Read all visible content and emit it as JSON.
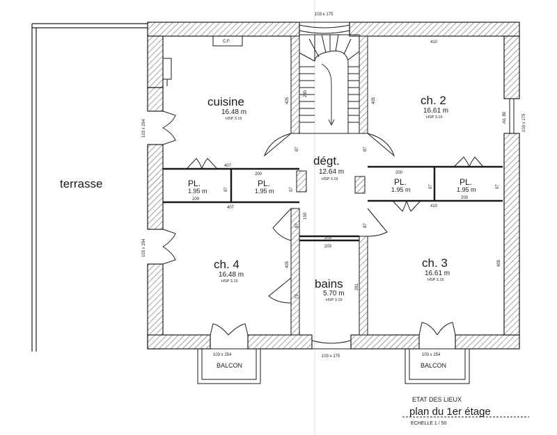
{
  "colors": {
    "ink": "#1a1a1a",
    "paper": "#ffffff",
    "hatch": "#6b6b6b"
  },
  "rooms": {
    "cuisine": {
      "name": "cuisine",
      "area": "16.48 m",
      "hsp": "HSP 3.19"
    },
    "ch2": {
      "name": "ch. 2",
      "area": "16.61 m",
      "hsp": "HSP 3.19"
    },
    "degt": {
      "name": "dégt.",
      "area": "12.64 m",
      "hsp": "HSP 3.19"
    },
    "ch4": {
      "name": "ch. 4",
      "area": "16.48 m",
      "hsp": "HSP 3.19"
    },
    "bains": {
      "name": "bains",
      "area": "5.70 m",
      "hsp": "HSP 3.19"
    },
    "ch3": {
      "name": "ch. 3",
      "area": "16.61 m",
      "hsp": "HSP 3.19"
    },
    "pl_left_outer": {
      "name": "PL.",
      "area": "1.95 m"
    },
    "pl_left_inner": {
      "name": "PL.",
      "area": "1.95 m"
    },
    "pl_right_inner": {
      "name": "PL.",
      "area": "1.95 m"
    },
    "pl_right_outer": {
      "name": "PL.",
      "area": "1.95 m"
    }
  },
  "terrasse": "terrasse",
  "balcons": {
    "left": "BALCON",
    "right": "BALCON"
  },
  "cf": "C.F.",
  "dims": {
    "top_window": "103 x 175",
    "bottom_window": "103 x 175",
    "right_window": "103 x 175",
    "left_window_upper": "103 x 254",
    "left_window_lower": "103 x 254",
    "balcon_left": "103 x 254",
    "balcon_right": "103 x 254",
    "ch2_width": "410",
    "cuisine_height": "405",
    "ch2_height": "405",
    "ch4_height": "405",
    "ch3_height": "405",
    "stair": "230",
    "pl_top_left": "407",
    "pl_bottom_left": "407",
    "pl_inner_left_top": "200",
    "pl_outer_left_bottom": "200",
    "pl_inner_right_top": "200",
    "pl_outer_right_bottom": "200",
    "pl_bottom_right": "410",
    "pl_depth_1": "97",
    "pl_depth_2": "97",
    "pl_depth_3": "97",
    "pl_depth_4": "97",
    "door_87_a": "87",
    "door_87_b": "87",
    "door_87_c": "87",
    "door_87_d": "87",
    "door_150": "150",
    "bains_top_1": "203",
    "bains_top_2": "203",
    "bains_depth": "281",
    "bains_door": "79",
    "ail": "AIL 80"
  },
  "title": {
    "etat": "ETAT DES LIEUX",
    "plan": "plan du 1er étage",
    "echelle": "ECHELLE 1 / 50"
  }
}
